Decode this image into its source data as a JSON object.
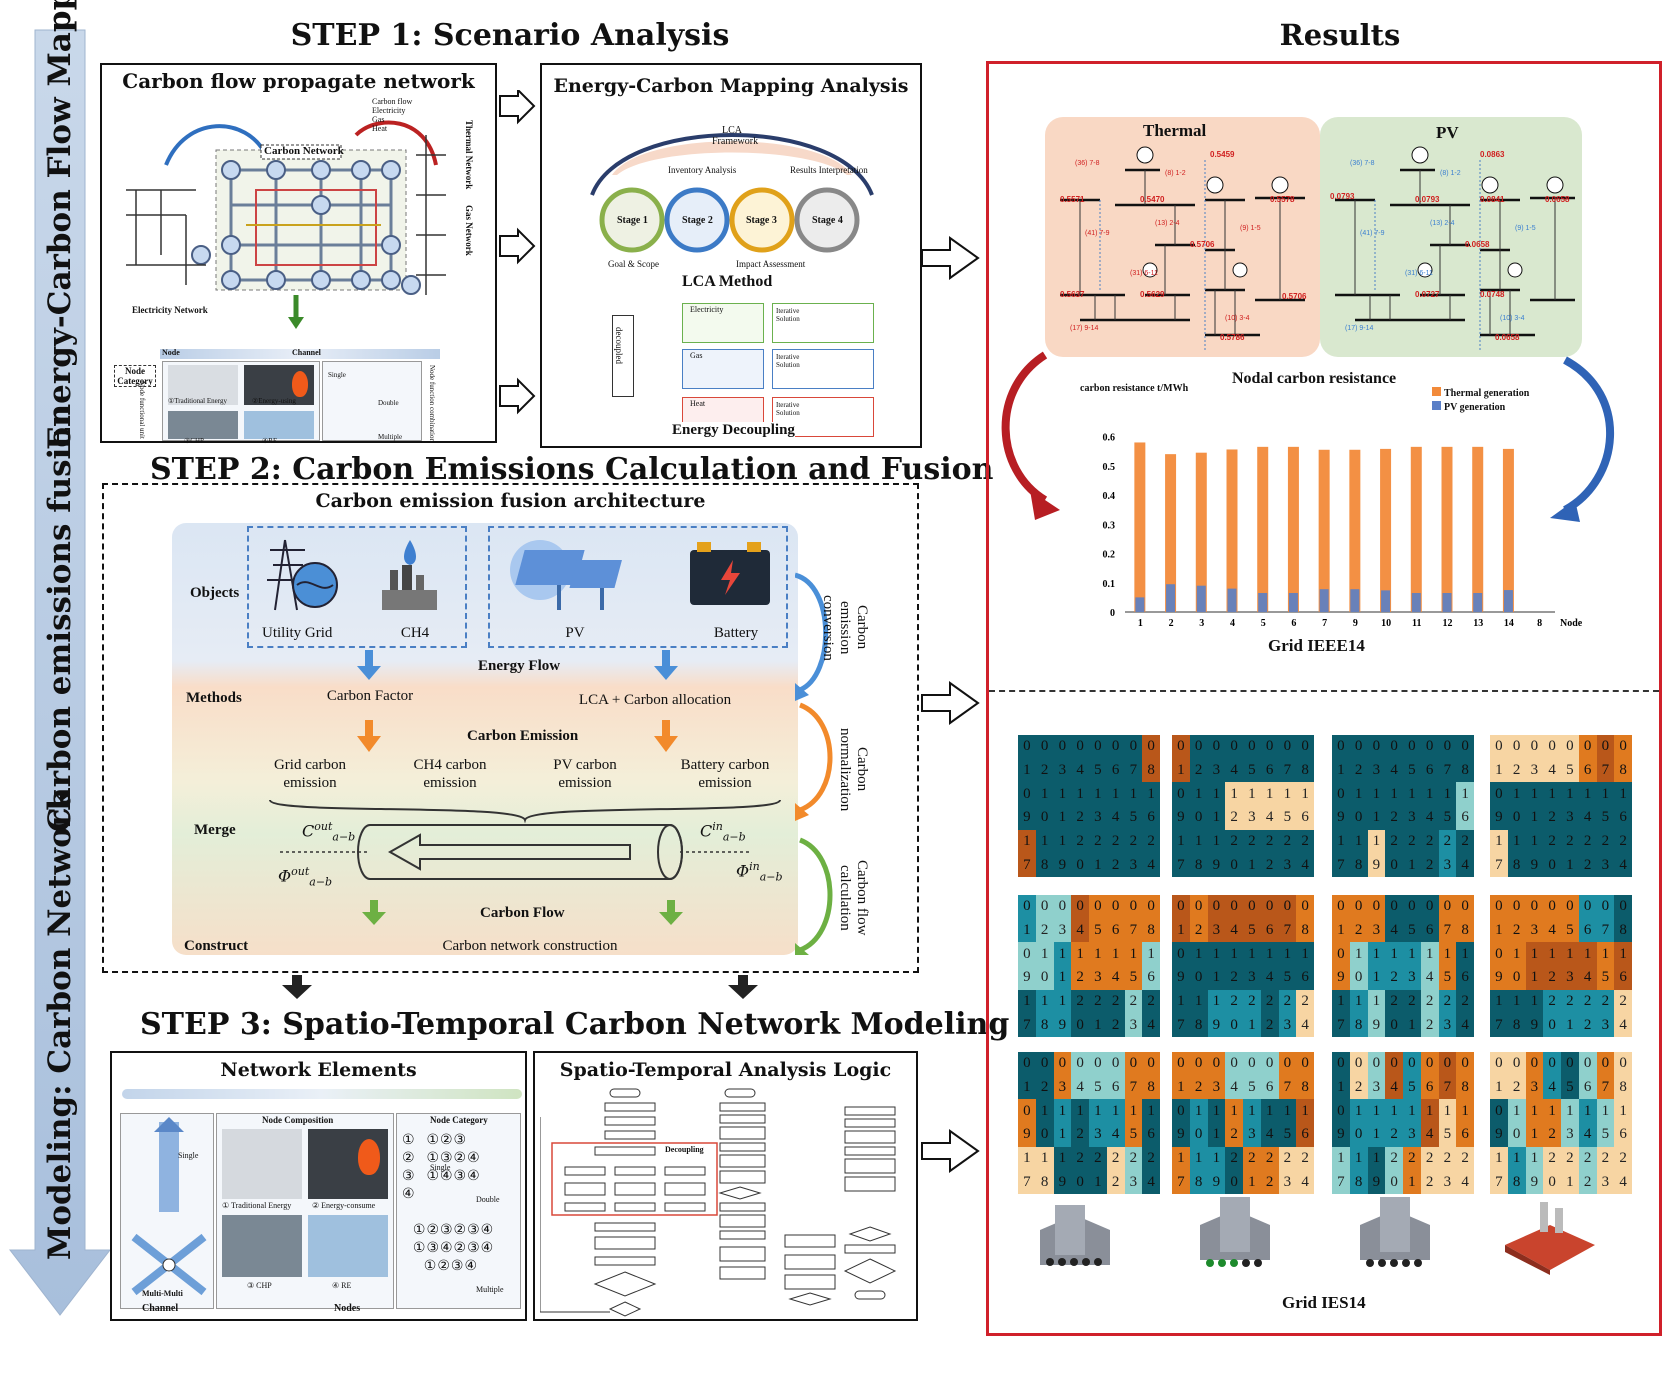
{
  "side_labels": {
    "top": "Energy-Carbon Flow Mapping",
    "middle": "Carbon emissions fusion",
    "bottom": "Modeling: Carbon Network"
  },
  "step1": {
    "title": "STEP 1: Scenario Analysis",
    "left_box_title": "Carbon flow propagate network",
    "carbon_network_label": "Carbon Network",
    "legend": [
      "Carbon flow",
      "Electricity",
      "Gas",
      "Heat"
    ],
    "electricity_network": "Electricity Network",
    "thermal_network": "Thermal Network",
    "gas_network": "Gas Network",
    "node_label": "Node",
    "channel_label": "Channel",
    "node_category": "Node Category",
    "node_functional_unit": "Node functional unit",
    "node_function_combination": "Node function combination",
    "units": [
      "①Traditional Energy",
      "②Energy-using",
      "③CHP",
      "④RE"
    ],
    "combo": [
      "Single",
      "Double",
      "Multiple"
    ],
    "right_box_title": "Energy-Carbon Mapping Analysis",
    "lca_framework": "LCA Framework",
    "stages": [
      "Stage 1",
      "Stage 2",
      "Stage 3",
      "Stage 4"
    ],
    "inventory": "Inventory Analysis",
    "results_interp": "Results Interpretation",
    "goal_scope": "Goal & Scope",
    "impact": "Impact Assessment",
    "lca_method": "LCA Method",
    "decoupled": "decoupled",
    "streams": [
      "Electricity",
      "Gas",
      "Heat"
    ],
    "iterative": "Iterative Solution",
    "energy_decoupling": "Energy Decoupling"
  },
  "step2": {
    "title": "STEP 2:  Carbon Emissions Calculation and Fusion",
    "arch_title": "Carbon emission fusion architecture",
    "objects": "Objects",
    "utility_grid": "Utility Grid",
    "ch4": "CH4",
    "pv": "PV",
    "battery": "Battery",
    "energy_flow": "Energy Flow",
    "methods": "Methods",
    "carbon_factor": "Carbon Factor",
    "lca_alloc": "LCA + Carbon allocation",
    "carbon_emission": "Carbon Emission",
    "emissions": [
      "Grid carbon emission",
      "CH4 carbon emission",
      "PV carbon emission",
      "Battery carbon emission"
    ],
    "merge": "Merge",
    "c_out": "C",
    "c_in": "C",
    "carbon_flow": "Carbon Flow",
    "construct": "Construct",
    "network_construction": "Carbon network construction",
    "side_conv": "Carbon emission conversion",
    "side_norm": "Carbon normalization",
    "side_calc": "Carbon flow calculation"
  },
  "step3": {
    "title": "STEP 3: Spatio-Temporal Carbon Network Modeling",
    "net_title": "Network Elements",
    "node_composition": "Node Composition",
    "node_category": "Node Category",
    "single": "Single",
    "double": "Double",
    "multiple": "Multiple",
    "multi_multi": "Multi-Multi",
    "channel": "Channel",
    "nodes": "Nodes",
    "units": [
      "① Traditional Energy",
      "② Energy-consume",
      "③ CHP",
      "④ RE"
    ],
    "logic_title": "Spatio-Temporal Analysis Logic",
    "decoupling": "Decoupling"
  },
  "results": {
    "title": "Results",
    "thermal": "Thermal",
    "pv": "PV",
    "grid1": "Grid IEEE14",
    "grid2": "Grid IES14",
    "thermal_values": [
      "0.5571",
      "0.5459",
      "0.5470",
      "0.5578",
      "0.5706",
      "0.5629",
      "0.5637",
      "0.5786",
      "0.5706"
    ],
    "pv_values": [
      "0.0793",
      "0.0863",
      "0.0793",
      "0.0841",
      "0.0658",
      "0.0658",
      "0.0727",
      "0.0748",
      "0.0658"
    ]
  },
  "chart_data": {
    "type": "bar",
    "title": "Nodal carbon resistance",
    "ylabel": "carbon resistance t/MWh",
    "xlabel": "Node",
    "ylim": [
      0,
      0.65
    ],
    "yticks": [
      0,
      0.1,
      0.2,
      0.3,
      0.4,
      0.5,
      0.6
    ],
    "categories": [
      "1",
      "2",
      "3",
      "4",
      "5",
      "6",
      "7",
      "9",
      "10",
      "11",
      "12",
      "13",
      "14"
    ],
    "extra_tick": "8",
    "series": [
      {
        "name": "Thermal generation",
        "color": "#f28a3a",
        "values": [
          0.58,
          0.54,
          0.545,
          0.556,
          0.565,
          0.565,
          0.555,
          0.555,
          0.558,
          0.565,
          0.565,
          0.565,
          0.558
        ]
      },
      {
        "name": "PV generation",
        "color": "#5a7fc7",
        "values": [
          0.05,
          0.095,
          0.09,
          0.08,
          0.065,
          0.065,
          0.078,
          0.078,
          0.074,
          0.065,
          0.065,
          0.065,
          0.075
        ]
      }
    ],
    "legend": "top-right"
  },
  "heatmaps": {
    "colors": {
      "o": "#e07a1f",
      "t": "#0c5c6b",
      "l": "#f7d5a3",
      "c": "#8fd0cc",
      "b": "#1d8fa3",
      "d": "#b9571a"
    },
    "labels": [
      [
        "0",
        "0",
        "0",
        "0",
        "0",
        "0",
        "0",
        "0"
      ],
      [
        "1",
        "2",
        "3",
        "4",
        "5",
        "6",
        "7",
        "8"
      ],
      [
        "0",
        "1",
        "1",
        "1",
        "1",
        "1",
        "1",
        "1"
      ],
      [
        "9",
        "0",
        "1",
        "2",
        "3",
        "4",
        "5",
        "6"
      ],
      [
        "1",
        "1",
        "1",
        "2",
        "2",
        "2",
        "2",
        "2"
      ],
      [
        "7",
        "8",
        "9",
        "0",
        "1",
        "2",
        "3",
        "4"
      ]
    ],
    "patterns": [
      [
        "tttttttttto",
        "dtttttttt",
        "tttttttttt",
        "ttttttttttt"
      ],
      [
        "tttttttt",
        "dttttttd",
        "ttttttt",
        "lll..."
      ],
      [],
      []
    ]
  }
}
